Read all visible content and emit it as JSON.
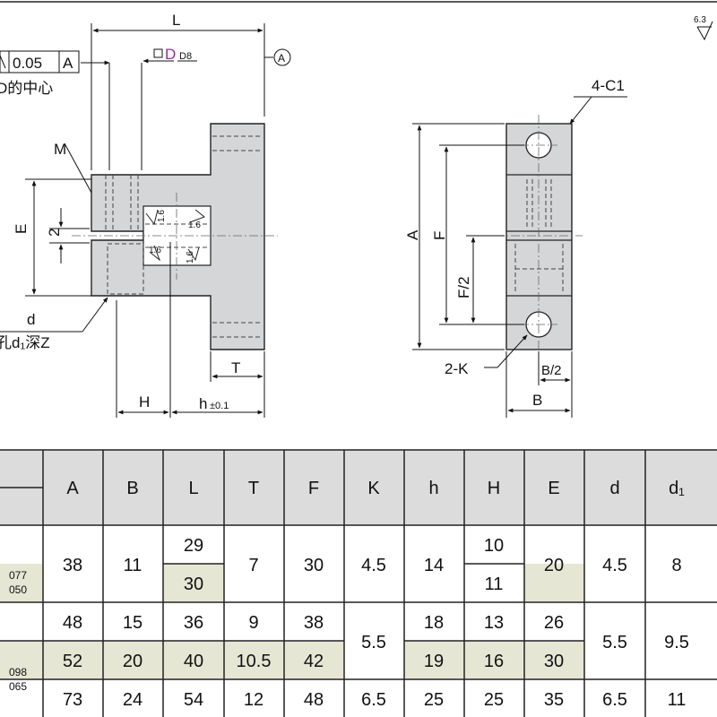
{
  "drawing": {
    "tol_value": "0.05",
    "tol_datum": "A",
    "center_note": "D的中心",
    "datum_label": "A",
    "roughness": "6.3",
    "labels": {
      "L": "L",
      "D": "D",
      "D8": "D8",
      "M": "M",
      "E": "E",
      "two": "2",
      "d": "d",
      "counterbore": "孔d₁深Z",
      "T": "T",
      "H": "H",
      "h": "h",
      "h_tol": "±0.1",
      "A": "A",
      "F": "F",
      "F2": "F/2",
      "C1": "4-C1",
      "K": "2-K",
      "B": "B",
      "B2": "B/2",
      "r1": "1.6",
      "r2": "1.6",
      "r3": "1.6",
      "r4": "1.6"
    }
  },
  "table": {
    "headers": [
      "A",
      "B",
      "L",
      "T",
      "F",
      "K",
      "h",
      "H",
      "E",
      "d",
      "d₁"
    ],
    "left_labels": [
      "077",
      "050",
      "098",
      "065"
    ],
    "cells": {
      "r1": {
        "A": "38",
        "B": "11",
        "L": "29",
        "T": "7",
        "F": "30",
        "K": "4.5",
        "h": "14",
        "H": "10",
        "E": "20",
        "d": "4.5",
        "d1": "8"
      },
      "r2": {
        "L": "30",
        "H": "11"
      },
      "r3": {
        "A": "48",
        "B": "15",
        "L": "36",
        "T": "9",
        "F": "38",
        "h": "18",
        "H": "13",
        "E": "26"
      },
      "r34": {
        "K": "5.5",
        "d": "5.5",
        "d1": "9.5"
      },
      "r4": {
        "A": "52",
        "B": "20",
        "L": "40",
        "T": "10.5",
        "F": "42",
        "h": "19",
        "H": "16",
        "E": "30"
      },
      "r5": {
        "A": "73",
        "B": "24",
        "L": "54",
        "T": "12",
        "F": "48",
        "K": "6.5",
        "h": "25",
        "H": "25",
        "E": "35",
        "d": "6.5",
        "d1": "11"
      }
    }
  },
  "colors": {
    "part_fill": "#d4d6d8",
    "stripe": "#e6e6d4",
    "header_fill": "#dcdcdc",
    "accent": "#9b2a9b"
  }
}
